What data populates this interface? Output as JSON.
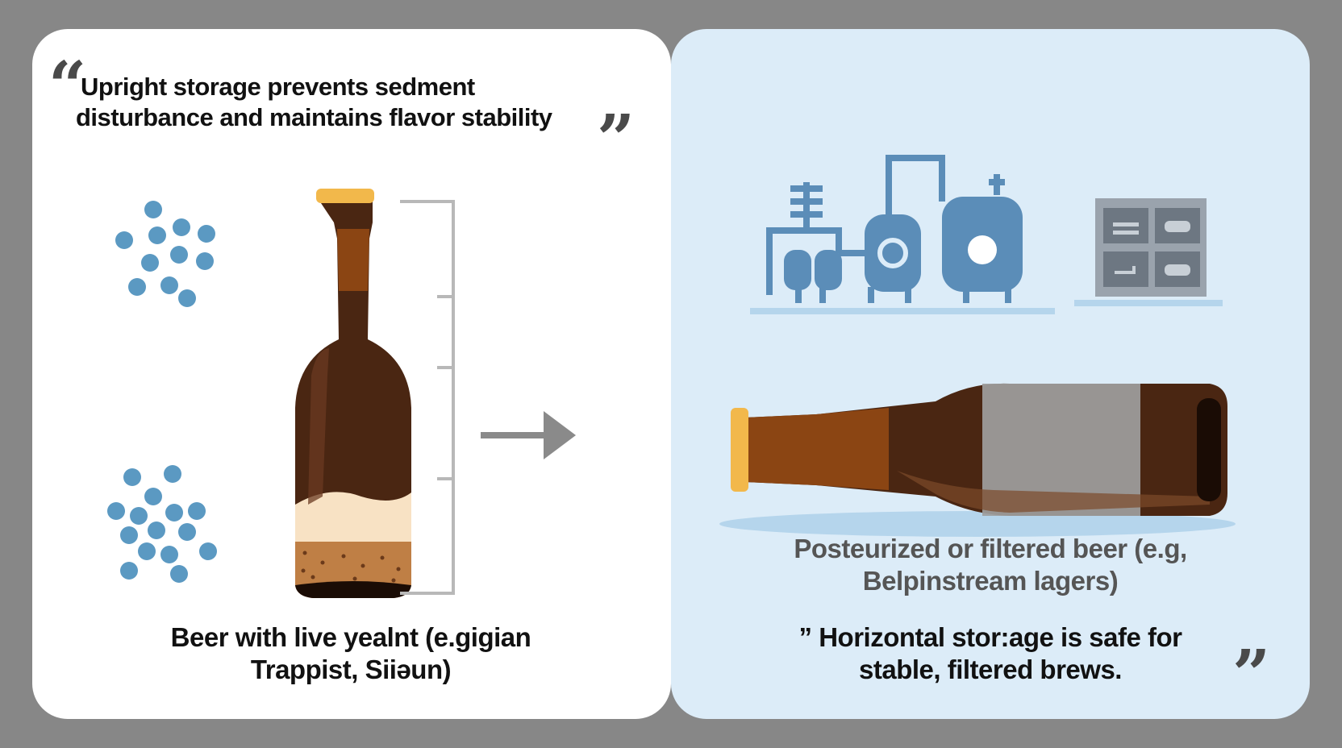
{
  "colors": {
    "background": "#878787",
    "left_panel": "#ffffff",
    "right_panel": "#dcecf8",
    "bottle_dark": "#4a2612",
    "bottle_mid": "#8b4513",
    "cap": "#f2b84b",
    "yeast_dots": "#5b99c2",
    "equipment_blue": "#5b8db8",
    "arrow": "#8a8a8a"
  },
  "left": {
    "quote_open": "“",
    "quote_line1": "Upright storage prevents sedment",
    "quote_line2": "disturbance and maintains flavor stability",
    "quote_close": "”",
    "caption_line1": "Beer with live yealnt (e.gigian",
    "caption_line2": "Trappist, Siiəun)"
  },
  "right": {
    "caption_line1": "Posteurized or filtered beer (e.g,",
    "caption_line2": "Belpinstream lagers)",
    "quote_line1": "” Horizontal stor:age is safe for",
    "quote_line2": "stable, filtered brews.",
    "quote_close": "”"
  },
  "icons": {
    "yeast_cluster": "yeast-dots-icon",
    "arrow": "right-arrow-icon",
    "brewery": "brewery-equipment-icon",
    "control_panel": "control-panel-icon",
    "bottle_upright": "upright-bottle-icon",
    "bottle_horizontal": "horizontal-bottle-icon"
  }
}
